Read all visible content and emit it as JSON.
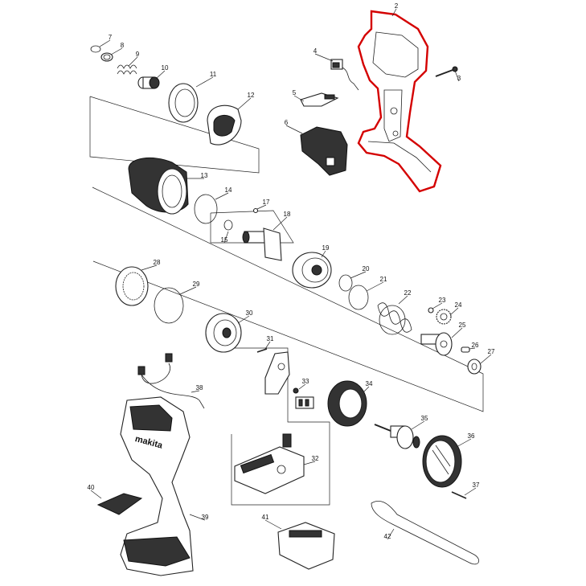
{
  "diagram": {
    "highlight_color": "#d40000",
    "labels": [
      {
        "id": "2",
        "text": "2"
      },
      {
        "id": "3",
        "text": "3"
      },
      {
        "id": "4",
        "text": "4"
      },
      {
        "id": "5",
        "text": "5"
      },
      {
        "id": "6",
        "text": "6"
      },
      {
        "id": "7",
        "text": "7"
      },
      {
        "id": "8",
        "text": "8"
      },
      {
        "id": "9",
        "text": "9"
      },
      {
        "id": "10",
        "text": "10"
      },
      {
        "id": "11",
        "text": "11"
      },
      {
        "id": "12",
        "text": "12"
      },
      {
        "id": "13",
        "text": "13"
      },
      {
        "id": "14",
        "text": "14"
      },
      {
        "id": "15",
        "text": "15"
      },
      {
        "id": "17",
        "text": "17"
      },
      {
        "id": "18",
        "text": "18"
      },
      {
        "id": "19",
        "text": "19"
      },
      {
        "id": "20",
        "text": "20"
      },
      {
        "id": "21",
        "text": "21"
      },
      {
        "id": "22",
        "text": "22"
      },
      {
        "id": "23",
        "text": "23"
      },
      {
        "id": "24",
        "text": "24"
      },
      {
        "id": "25",
        "text": "25"
      },
      {
        "id": "26",
        "text": "26"
      },
      {
        "id": "27",
        "text": "27"
      },
      {
        "id": "28",
        "text": "28"
      },
      {
        "id": "29",
        "text": "29"
      },
      {
        "id": "30",
        "text": "30"
      },
      {
        "id": "31",
        "text": "31"
      },
      {
        "id": "32",
        "text": "32"
      },
      {
        "id": "33",
        "text": "33"
      },
      {
        "id": "34",
        "text": "34"
      },
      {
        "id": "35",
        "text": "35"
      },
      {
        "id": "36",
        "text": "36"
      },
      {
        "id": "37",
        "text": "37"
      },
      {
        "id": "38",
        "text": "38"
      },
      {
        "id": "39",
        "text": "39"
      },
      {
        "id": "40",
        "text": "40"
      },
      {
        "id": "41",
        "text": "41"
      },
      {
        "id": "42",
        "text": "42"
      }
    ],
    "brand_mark": "makita"
  }
}
